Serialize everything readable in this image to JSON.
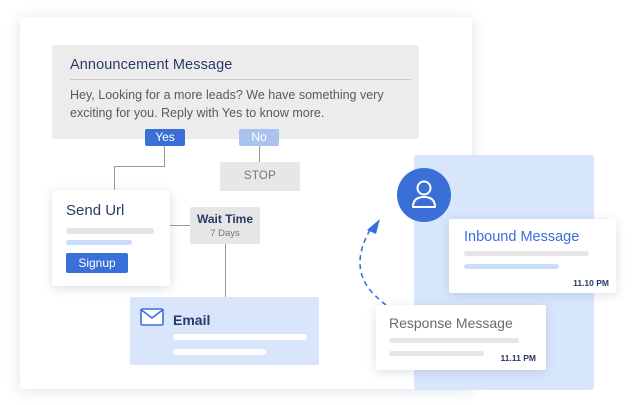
{
  "announcement": {
    "title": "Announcement Message",
    "body": "Hey, Looking for a more leads? We have something very exciting for you. Reply with Yes to know more."
  },
  "branches": {
    "yes": "Yes",
    "no": "No"
  },
  "stop": {
    "label": "STOP"
  },
  "send_url": {
    "title": "Send Url",
    "button": "Signup"
  },
  "wait": {
    "title": "Wait Time",
    "duration": "7 Days"
  },
  "email": {
    "title": "Email"
  },
  "inbound": {
    "title": "Inbound Message",
    "time": "11.10 PM"
  },
  "response": {
    "title": "Response Message",
    "time": "11.11 PM"
  },
  "colors": {
    "accent": "#3a6fd8",
    "light_accent": "#d8e6fc",
    "navy": "#2a3a66"
  }
}
